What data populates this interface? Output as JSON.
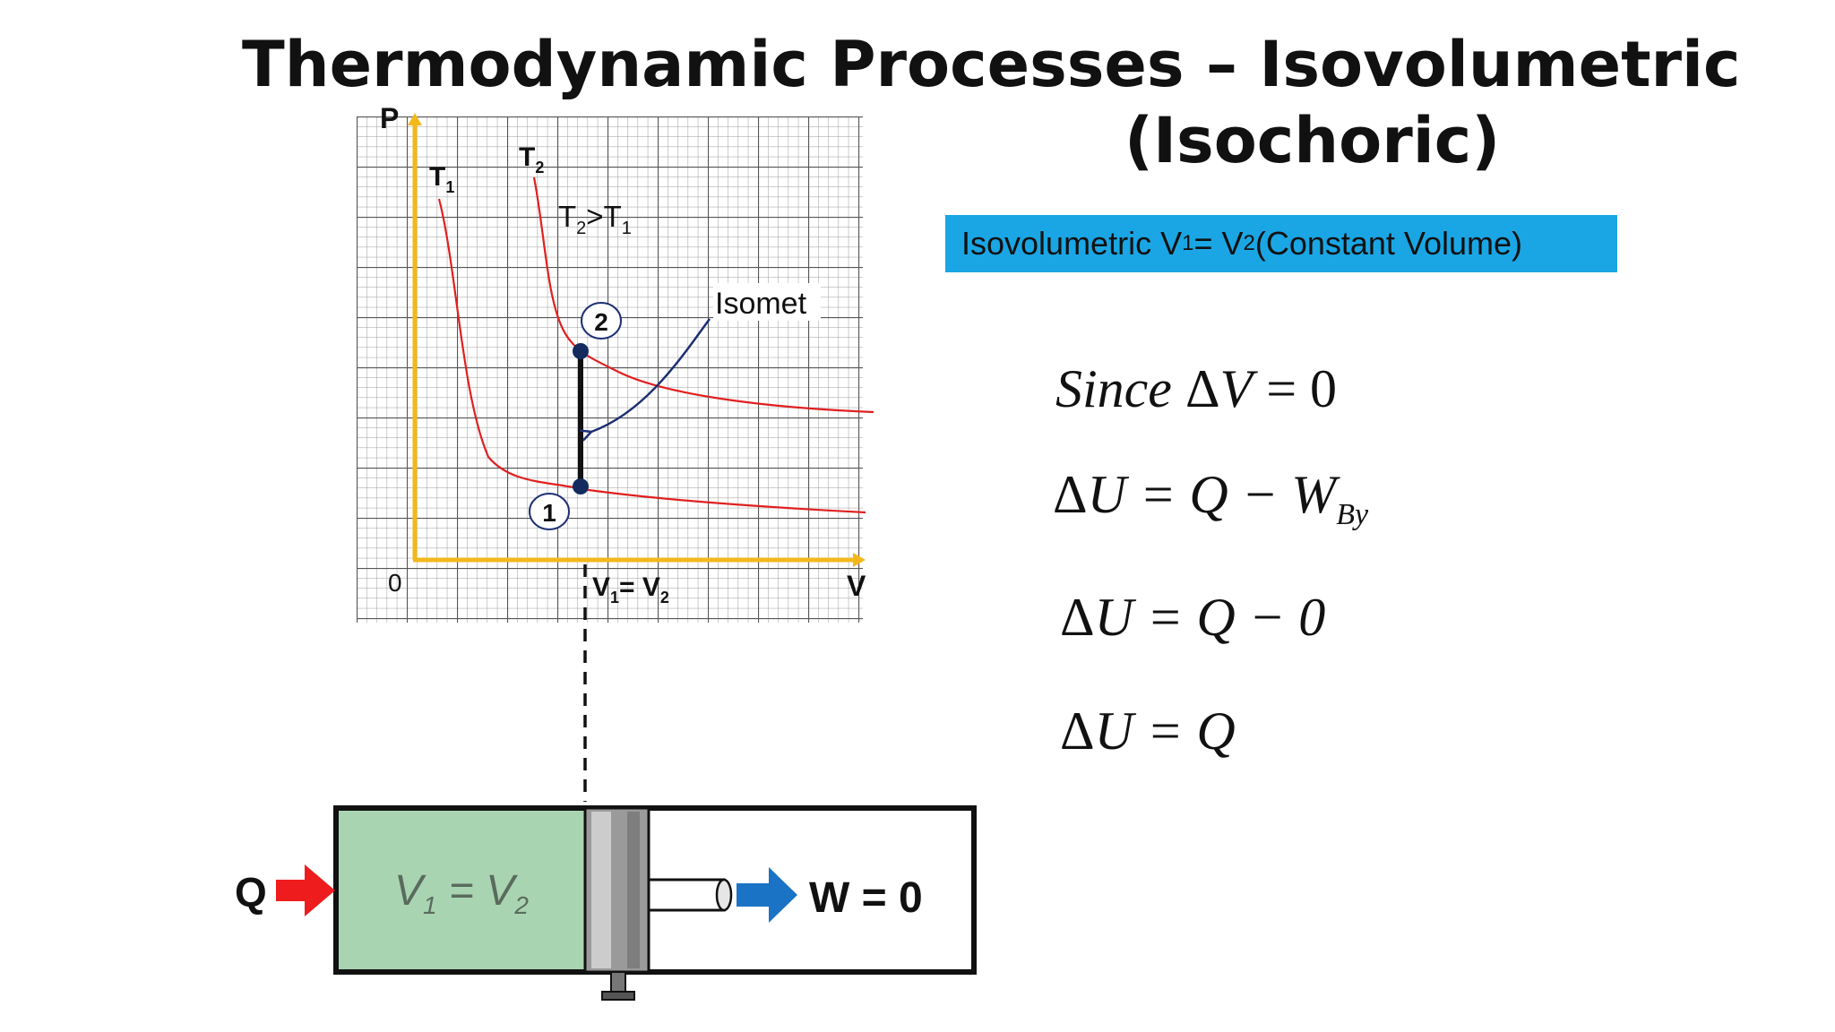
{
  "title": {
    "line1": "Thermodynamic Processes – Isovolumetric",
    "line2": "(Isochoric)"
  },
  "banner": {
    "prefix": "Isovolumetric  V",
    "sub1": "1",
    "mid": " = V",
    "sub2": "2",
    "suffix": " (Constant Volume)"
  },
  "equations": {
    "eq1": {
      "pre": "Since ",
      "delta": "Δ",
      "var": "V",
      "rhs": " = 0"
    },
    "eq2": {
      "delta": "Δ",
      "var": "U",
      "rhs": " = Q − W",
      "sub": "By"
    },
    "eq3": {
      "delta": "Δ",
      "var": "U",
      "rhs": " = Q − 0"
    },
    "eq4": {
      "delta": "Δ",
      "var": "U",
      "rhs": " = Q"
    }
  },
  "graph": {
    "y_axis": "P",
    "x_axis": "V",
    "origin": "0",
    "t1_label": "T",
    "t1_sub": "1",
    "t2_label": "T",
    "t2_sub": "2",
    "compare_a": "T",
    "compare_a_sub": "2",
    "compare_op": ">T",
    "compare_b_sub": "1",
    "isomet_label": "Isomet",
    "point1": "1",
    "point2": "2",
    "vlabel_a": "V",
    "vlabel_a_sub": "1",
    "vlabel_mid": "= V",
    "vlabel_b_sub": "2",
    "axis_color": "#f2b81c",
    "curve_color": "#e02020",
    "grid_color": "#8a8a8a"
  },
  "cylinder": {
    "heat_label": "Q",
    "work_label": "W = 0",
    "gas_label_a": "V",
    "gas_sub_a": "1",
    "gas_mid": " = V",
    "gas_sub_b": "2",
    "gas_color": "#a9d4b2",
    "heat_arrow_color": "#ee1c1c",
    "work_arrow_color": "#1a73c4"
  }
}
